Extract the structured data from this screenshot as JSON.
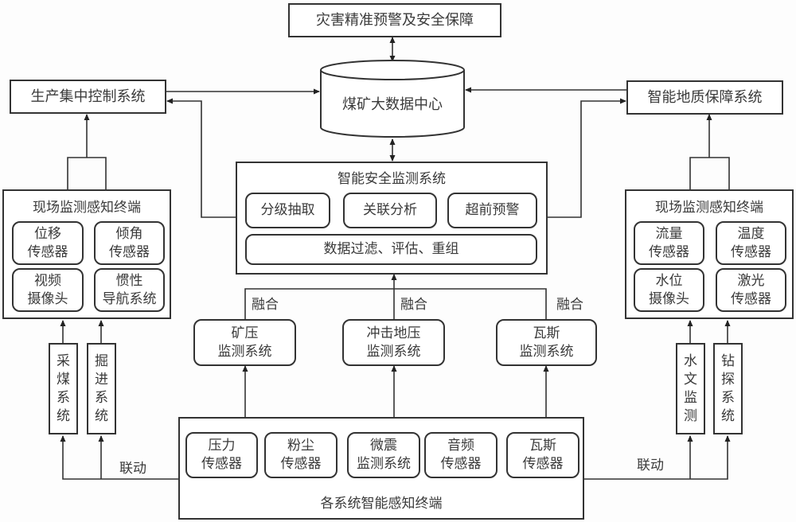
{
  "top": {
    "warning": "灾害精准预警及安全保障",
    "data_center": "煤矿大数据中心"
  },
  "left_system": "生产集中控制系统",
  "right_system": "智能地质保障系统",
  "safety": {
    "title": "智能安全监测系统",
    "modules": [
      "分级抽取",
      "关联分析",
      "超前预警"
    ],
    "bottom": "数据过滤、评估、重组"
  },
  "left_terminal": {
    "title": "现场监测感知终端",
    "items": [
      {
        "l1": "位移",
        "l2": "传感器"
      },
      {
        "l1": "倾角",
        "l2": "传感器"
      },
      {
        "l1": "视频",
        "l2": "摄像头"
      },
      {
        "l1": "惯性",
        "l2": "导航系统"
      }
    ]
  },
  "right_terminal": {
    "title": "现场监测感知终端",
    "items": [
      {
        "l1": "流量",
        "l2": "传感器"
      },
      {
        "l1": "温度",
        "l2": "传感器"
      },
      {
        "l1": "水位",
        "l2": "摄像头"
      },
      {
        "l1": "激光",
        "l2": "传感器"
      }
    ]
  },
  "fusion_label": "融合",
  "monitors": [
    {
      "l1": "矿压",
      "l2": "监测系统"
    },
    {
      "l1": "冲击地压",
      "l2": "监测系统"
    },
    {
      "l1": "瓦斯",
      "l2": "监测系统"
    }
  ],
  "left_vertical": [
    [
      "采",
      "煤",
      "系",
      "统"
    ],
    [
      "掘",
      "进",
      "系",
      "统"
    ]
  ],
  "right_vertical": [
    [
      "水",
      "文",
      "监",
      "测"
    ],
    [
      "钻",
      "探",
      "系",
      "统"
    ]
  ],
  "linkage_label": "联动",
  "bottom_terminal": {
    "title": "各系统智能感知终端",
    "items": [
      {
        "l1": "压力",
        "l2": "传感器"
      },
      {
        "l1": "粉尘",
        "l2": "传感器"
      },
      {
        "l1": "微震",
        "l2": "监测系统"
      },
      {
        "l1": "音频",
        "l2": "传感器"
      },
      {
        "l1": "瓦斯",
        "l2": "传感器"
      }
    ]
  }
}
